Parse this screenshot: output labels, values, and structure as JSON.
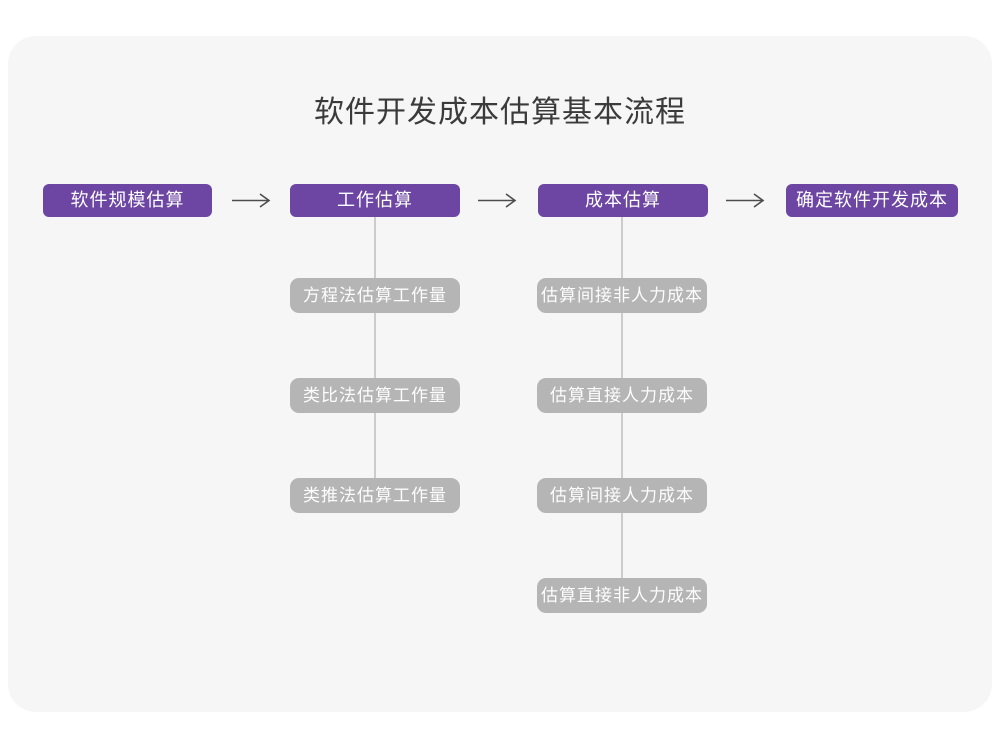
{
  "title": "软件开发成本估算基本流程",
  "colors": {
    "page_background": "#ffffff",
    "card_background": "#f6f6f6",
    "primary_purple": "#6c46a2",
    "sub_box_gray": "#b5b5b5",
    "connector_gray": "#cccccc",
    "arrow_gray": "#4d4d4d",
    "title_text": "#3b3b3b",
    "box_text": "#ffffff"
  },
  "flow": {
    "main_steps": [
      {
        "label": "软件规模估算"
      },
      {
        "label": "工作估算"
      },
      {
        "label": "成本估算"
      },
      {
        "label": "确定软件开发成本"
      }
    ],
    "work_methods": [
      "方程法估算工作量",
      "类比法估算工作量",
      "类推法估算工作量"
    ],
    "cost_steps": [
      "估算间接非人力成本",
      "估算直接人力成本",
      "估算间接人力成本",
      "估算直接非人力成本"
    ]
  }
}
